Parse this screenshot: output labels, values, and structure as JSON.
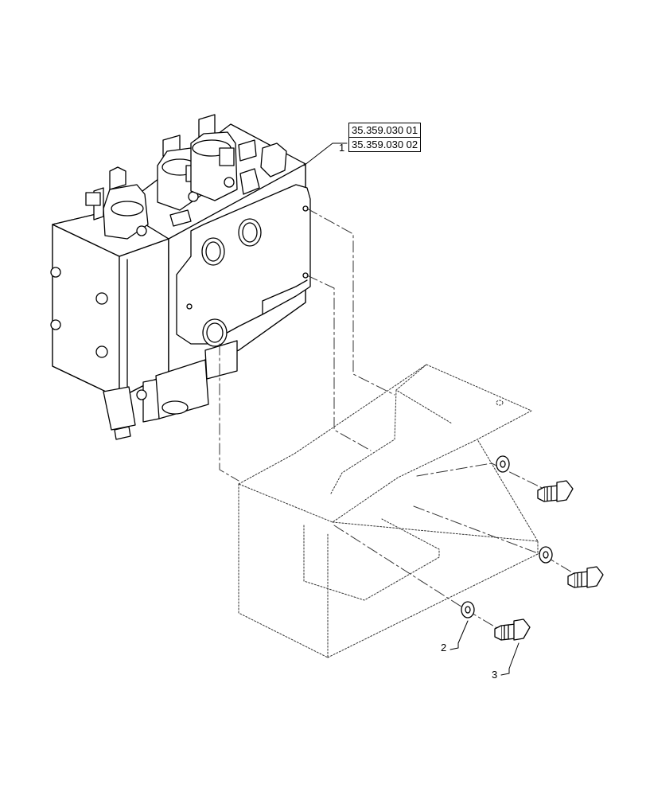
{
  "references": [
    "35.359.030 01",
    "35.359.030 02"
  ],
  "callouts": [
    {
      "id": "valve-assembly",
      "label": "1"
    },
    {
      "id": "washer",
      "label": "2"
    },
    {
      "id": "bolt",
      "label": "3"
    }
  ],
  "colors": {
    "line": "#000000",
    "phantom": "#555555",
    "background": "#ffffff"
  }
}
